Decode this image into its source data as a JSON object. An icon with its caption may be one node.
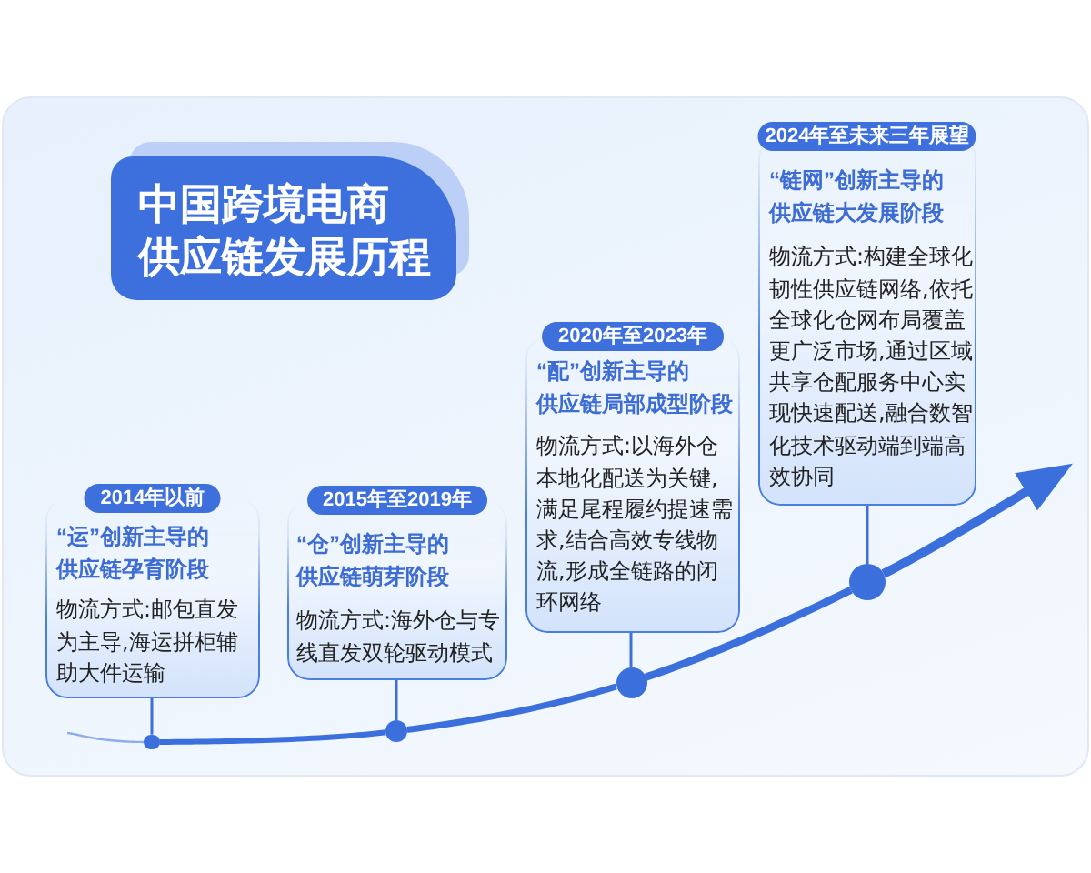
{
  "diagram": {
    "title": "中国跨境电商供应链发展历程",
    "nodes": [
      {
        "text": [
          "2014年以前",
          "“运”创新主导的供应链孕育阶段",
          "物流方式:邮包直发为主导,海运拼柜辅助大件运输"
        ]
      },
      {
        "text": [
          "2015年至2019年",
          "“仓”创新主导的供应链萌芽阶段",
          "物流方式:海外仓与专线直发双轮驱动模式"
        ]
      },
      {
        "text": [
          "2020年至2023年",
          "“配”创新主导的供应链局部成型阶段",
          "物流方式:以海外仓本地化配送为关键,满足尾程履约提速需求,结合高效专线物流,形成全链路的闭环网络"
        ]
      },
      {
        "text": [
          "2024年至未来三年展望",
          "“链网”创新主导的供应链大发展阶段",
          "物流方式:构建全球化韧性供应链网络,依托全球化仓网布局覆盖更广泛市场,通过区域共享仓配服务中心实现快速配送,融合数智化技术驱动端到端高效协同"
        ]
      },
      {
        "text": [],
        "shape": "circle"
      },
      {
        "text": [],
        "shape": "circle"
      },
      {
        "text": [],
        "shape": "circle"
      },
      {
        "text": [],
        "shape": "circle"
      }
    ],
    "edges": [
      {
        "from": 0,
        "to": 4,
        "arrow": "none"
      },
      {
        "from": 1,
        "to": 5,
        "arrow": "none"
      },
      {
        "from": 2,
        "to": 6,
        "arrow": "none"
      },
      {
        "from": 3,
        "to": 7,
        "arrow": "none"
      },
      {
        "from": null,
        "to": 4,
        "arrow": "none"
      },
      {
        "from": 4,
        "to": 5,
        "arrow": "none",
        "style": "thick"
      },
      {
        "from": 5,
        "to": 6,
        "arrow": "none",
        "style": "thick"
      },
      {
        "from": 6,
        "to": 7,
        "arrow": "none",
        "style": "thick"
      },
      {
        "from": 7,
        "to": null,
        "arrow": "to",
        "style": "thick"
      }
    ]
  }
}
